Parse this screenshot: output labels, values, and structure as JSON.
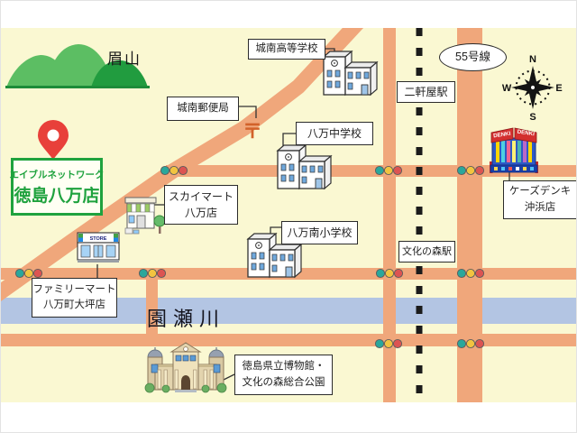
{
  "map": {
    "pin_card": {
      "line1": "エイブルネットワーク",
      "line2": "徳島八万店"
    },
    "labels": {
      "mountain": "眉山",
      "jonan_high_school": "城南高等学校",
      "jonan_post_office": "城南郵便局",
      "post_mark": "〒",
      "nikenya_station": "二軒屋駅",
      "route_55": "55号線",
      "hachiman_junior_high": "八万中学校",
      "sky_mart_line1": "スカイマート",
      "sky_mart_line2": "八万店",
      "hachiman_minami_elementary": "八万南小学校",
      "ks_denki_line1": "ケーズデンキ",
      "ks_denki_line2": "沖浜店",
      "bunkanomori_station": "文化の森駅",
      "family_mart_line1": "ファミリーマート",
      "family_mart_line2": "八万町大坪店",
      "sonose_river": "園瀬川",
      "museum_line1": "徳島県立博物館・",
      "museum_line2": "文化の森総合公園"
    },
    "icon_text": {
      "denki_sign": "DENKI",
      "store_sign": "STORE"
    },
    "compass": {
      "n": "N",
      "e": "E",
      "s": "S",
      "w": "W"
    },
    "colors": {
      "background": "#FAF8D2",
      "road": "#F0A77B",
      "river": "#B3C5E3",
      "railway": "#1b1b1b",
      "brand_green": "#1FA23E",
      "pin_red": "#E8403A",
      "post_orange": "#D2622A",
      "signal_teal": "#2AA79B",
      "signal_yellow": "#F2C440",
      "signal_red": "#DC5452"
    }
  }
}
